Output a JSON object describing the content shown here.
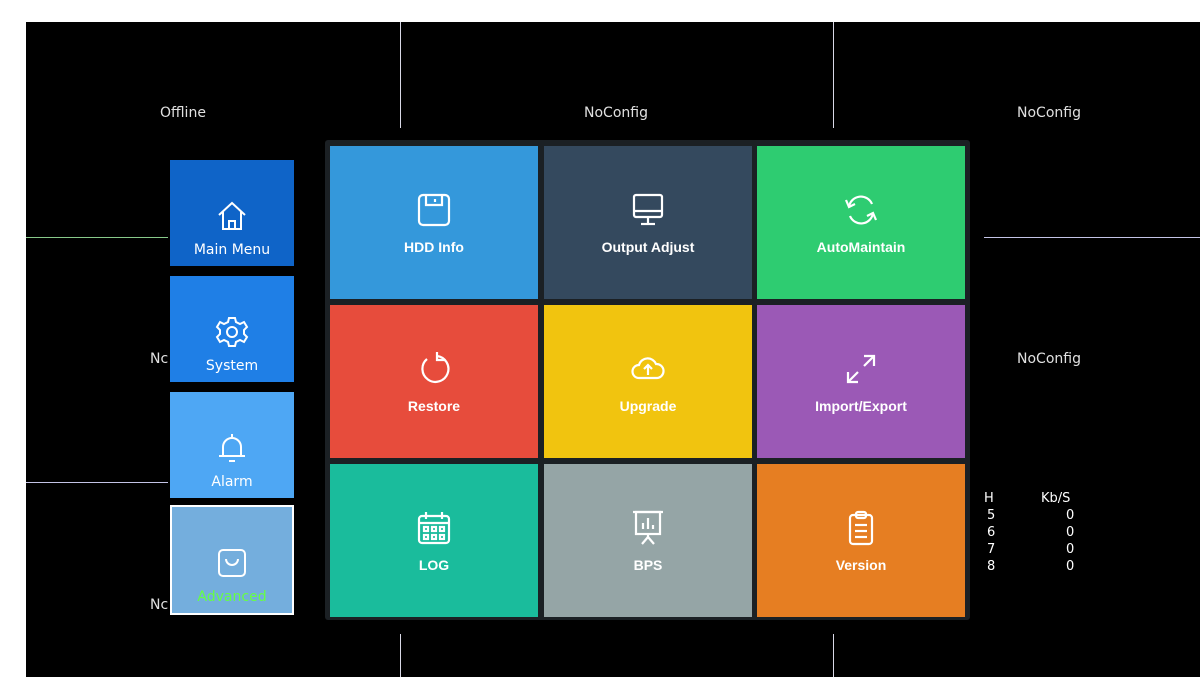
{
  "camera_labels": {
    "cam1": "Offline",
    "cam2": "NoConfig",
    "cam3": "NoConfig",
    "cam4": "Nc",
    "cam6": "NoConfig",
    "cam7": "Nc"
  },
  "bps_table": {
    "header_ch": "H",
    "header_kb": "Kb/S",
    "rows": [
      {
        "ch": "5",
        "kb": "0"
      },
      {
        "ch": "6",
        "kb": "0"
      },
      {
        "ch": "7",
        "kb": "0"
      },
      {
        "ch": "8",
        "kb": "0"
      }
    ]
  },
  "side_menu": {
    "items": [
      {
        "label": "Main Menu",
        "icon": "home-icon",
        "color": "#0f64c8"
      },
      {
        "label": "System",
        "icon": "gear-icon",
        "color": "#1f7fe6"
      },
      {
        "label": "Alarm",
        "icon": "bell-icon",
        "color": "#4ea7f4"
      },
      {
        "label": "Advanced",
        "icon": "bag-icon",
        "color": "#74aedd",
        "selected": true,
        "label_color": "#66ff44"
      }
    ]
  },
  "tiles": [
    {
      "label": "HDD Info",
      "icon": "floppy-disk-icon",
      "color": "#3498db"
    },
    {
      "label": "Output Adjust",
      "icon": "monitor-icon",
      "color": "#34495e"
    },
    {
      "label": "AutoMaintain",
      "icon": "refresh-icon",
      "color": "#2ecc71"
    },
    {
      "label": "Restore",
      "icon": "restore-icon",
      "color": "#e74c3c"
    },
    {
      "label": "Upgrade",
      "icon": "cloud-upload-icon",
      "color": "#f1c40f"
    },
    {
      "label": "Import/Export",
      "icon": "expand-arrows-icon",
      "color": "#9b59b6"
    },
    {
      "label": "LOG",
      "icon": "calendar-icon",
      "color": "#1abc9c"
    },
    {
      "label": "BPS",
      "icon": "presentation-chart-icon",
      "color": "#95a5a6"
    },
    {
      "label": "Version",
      "icon": "clipboard-icon",
      "color": "#e67e22"
    }
  ]
}
